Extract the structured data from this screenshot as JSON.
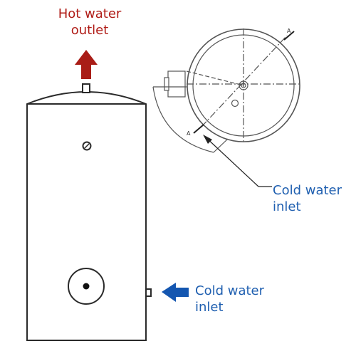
{
  "labels": {
    "hot_outlet": {
      "line1": "Hot water",
      "line2": "outlet"
    },
    "cold_inlet_top": {
      "line1": "Cold water",
      "line2": "inlet"
    },
    "cold_inlet_side": {
      "line1": "Cold water",
      "line2": "inlet"
    }
  },
  "dimension_marks": {
    "section_a_top": "A",
    "section_a_left": "A"
  },
  "colors": {
    "hot_label": "#b01c17",
    "hot_arrow": "#a91d17",
    "cold_label": "#1f5fb0",
    "cold_arrow": "#1456b0",
    "outline": "#2a2a2a",
    "drawing_line": "#555555"
  }
}
